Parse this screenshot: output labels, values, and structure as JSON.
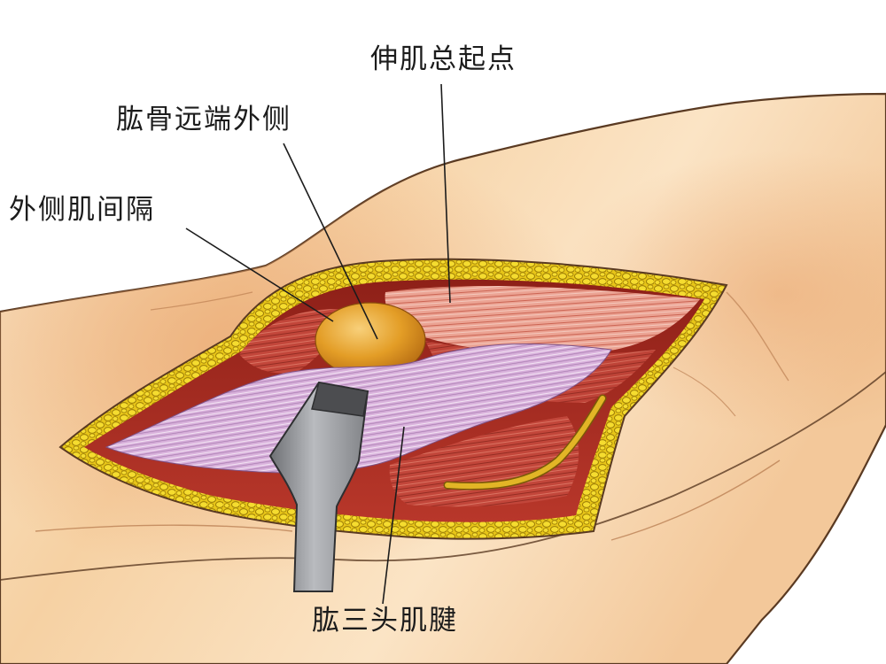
{
  "labels": {
    "extensor_origin": "伸肌总起点",
    "distal_lateral_humerus": "肱骨远端外侧",
    "lateral_intermuscular_septum": "外侧肌间隔",
    "triceps_tendon": "肱三头肌腱"
  },
  "colors": {
    "skin_light": "#fbe6c8",
    "skin_shadow": "#e9ad78",
    "fat": "#f0d21e",
    "fat_outline": "#9a7a06",
    "muscle_red": "#b83a2e",
    "muscle_light": "#e99683",
    "tendon_lilac": "#d5abd8",
    "bone": "#e8a425",
    "retractor": "#8d8f93",
    "nerve": "#d3a21a",
    "leader_line": "#1c1c1c"
  }
}
